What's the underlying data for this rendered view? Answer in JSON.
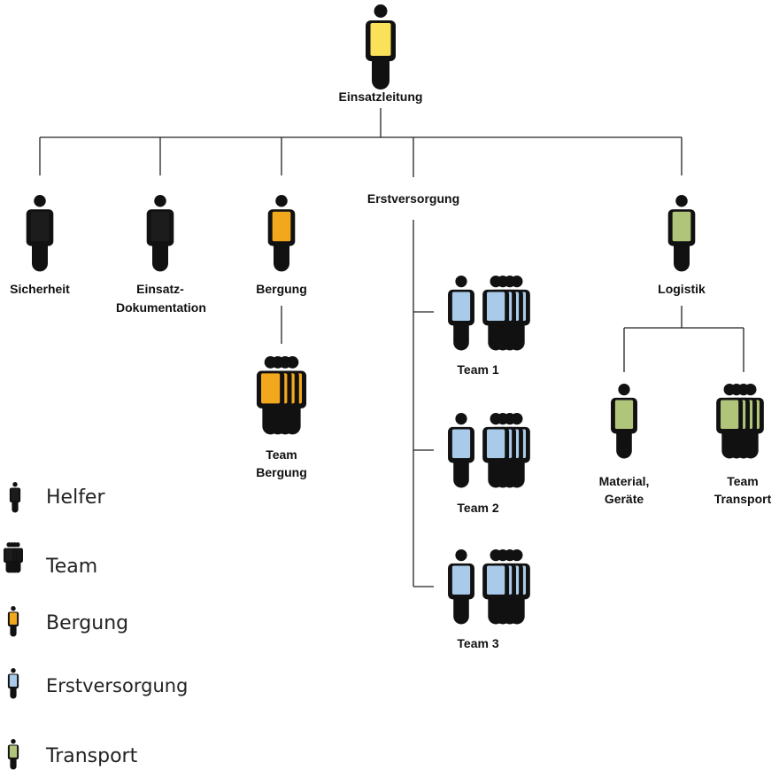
{
  "colors": {
    "outline": "#111111",
    "leitung": "#FBE05A",
    "helfer": "#1C1C1C",
    "bergung": "#F2A81D",
    "erstversorgung": "#A9CBE9",
    "transport": "#B0C47A"
  },
  "nodes": {
    "leitung": "Einsatzleitung",
    "sicherheit": "Sicherheit",
    "doku_1": "Einsatz-",
    "doku_2": "Dokumentation",
    "bergung": "Bergung",
    "erstversorgung": "Erstversorgung",
    "logistik": "Logistik",
    "team_bergung_1": "Team",
    "team_bergung_2": "Bergung",
    "team1": "Team 1",
    "team2": "Team 2",
    "team3": "Team 3",
    "material_1": "Material,",
    "material_2": "Geräte",
    "transport_1": "Team",
    "transport_2": "Transport"
  },
  "legend": [
    {
      "label": "Helfer",
      "icon": "person-icon",
      "color_key": "helfer"
    },
    {
      "label": "Team",
      "icon": "team-icon",
      "color_key": "helfer"
    },
    {
      "label": "Bergung",
      "icon": "person-icon",
      "color_key": "bergung"
    },
    {
      "label": "Erstversorgung",
      "icon": "person-icon",
      "color_key": "erstversorgung"
    },
    {
      "label": "Transport",
      "icon": "person-icon",
      "color_key": "transport"
    }
  ]
}
